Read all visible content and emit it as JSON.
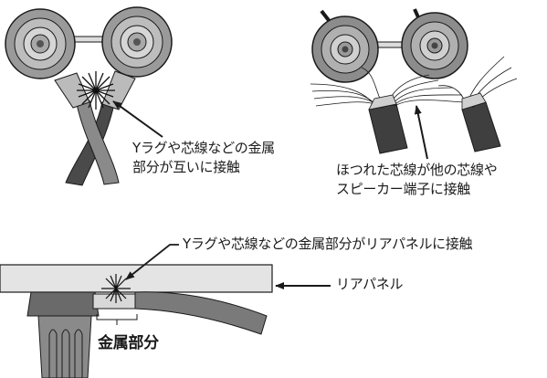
{
  "labels": {
    "short_circuit": {
      "line1": "Yラグや芯線などの金属",
      "line2": "部分が互いに接触"
    },
    "stray_strands": {
      "line1": "ほつれた芯線が他の芯線や",
      "line2": "スピーカー端子に接触"
    },
    "rear_panel_contact": "Yラグや芯線などの金属部分がリアパネルに接触",
    "rear_panel": "リアパネル",
    "metal_part": "金属部分"
  }
}
